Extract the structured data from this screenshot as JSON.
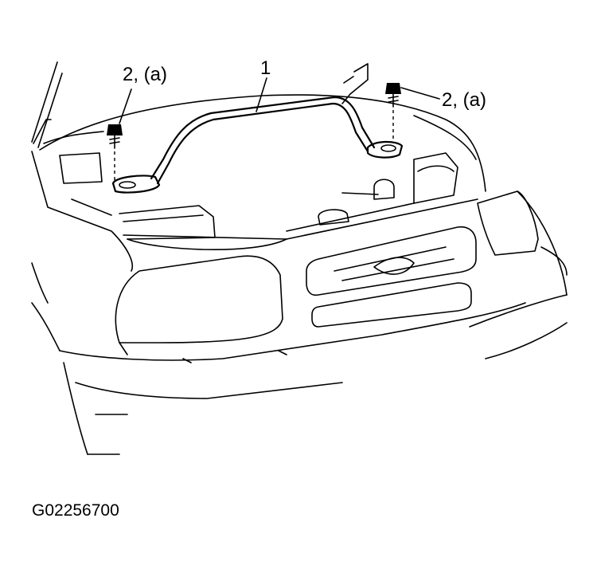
{
  "labels": {
    "bolt_left": "2, (a)",
    "bolt_right": "2, (a)",
    "part_number": "1",
    "figure_code": "G02256700"
  },
  "colors": {
    "ink": "#000000",
    "background": "#ffffff"
  }
}
